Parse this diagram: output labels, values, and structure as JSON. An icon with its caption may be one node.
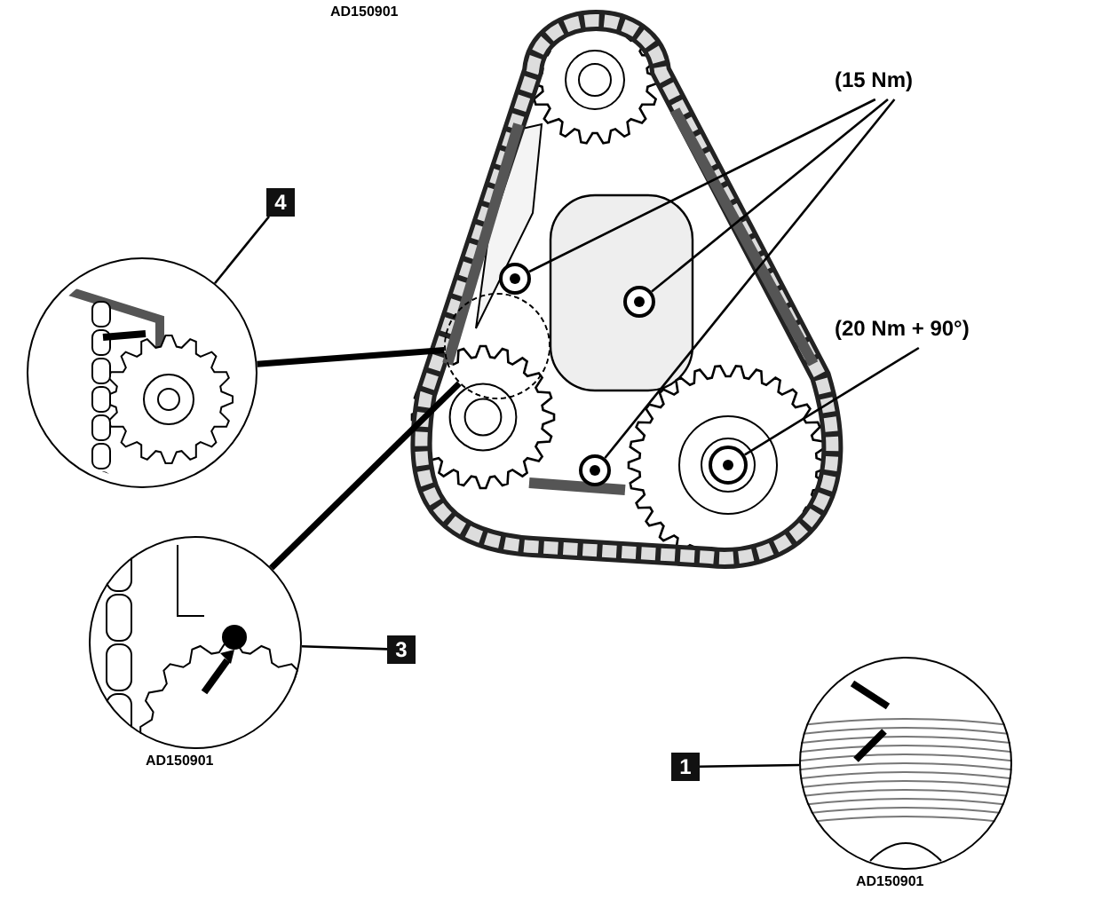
{
  "diagram": {
    "nodes": [
      {
        "text": [
          "(15 Nm)"
        ]
      },
      {
        "text": [],
        "shape": "circle"
      },
      {
        "text": [],
        "shape": "circle"
      },
      {
        "text": [],
        "shape": "circle"
      },
      {
        "text": [
          "(20 Nm + 90°)"
        ]
      },
      {
        "text": [],
        "shape": "circle"
      },
      {
        "text": [
          "4"
        ]
      },
      {
        "text": [],
        "shape": "picture"
      },
      {
        "text": [],
        "shape": "circle"
      },
      {
        "text": [],
        "shape": "picture",
        "beside": [
          "AD150901"
        ]
      },
      {
        "text": [
          "3"
        ]
      },
      {
        "text": [
          "1"
        ]
      },
      {
        "text": [],
        "shape": "picture",
        "beside": [
          "AD150901"
        ]
      }
    ],
    "edges": [
      {
        "from": 0,
        "to": 1,
        "arrow": "none"
      },
      {
        "from": 0,
        "to": 2,
        "arrow": "none"
      },
      {
        "from": 0,
        "to": 3,
        "arrow": "none"
      },
      {
        "from": 4,
        "to": 5,
        "arrow": "none"
      },
      {
        "from": 6,
        "to": 7,
        "arrow": "none"
      },
      {
        "from": 7,
        "to": 8,
        "arrow": "none",
        "style": "thick"
      },
      {
        "from": 9,
        "to": 8,
        "arrow": "none",
        "style": "thick"
      },
      {
        "from": 10,
        "to": 9,
        "arrow": "none"
      },
      {
        "from": 11,
        "to": 12,
        "arrow": "none"
      }
    ],
    "labels": [
      "AD150901"
    ]
  }
}
